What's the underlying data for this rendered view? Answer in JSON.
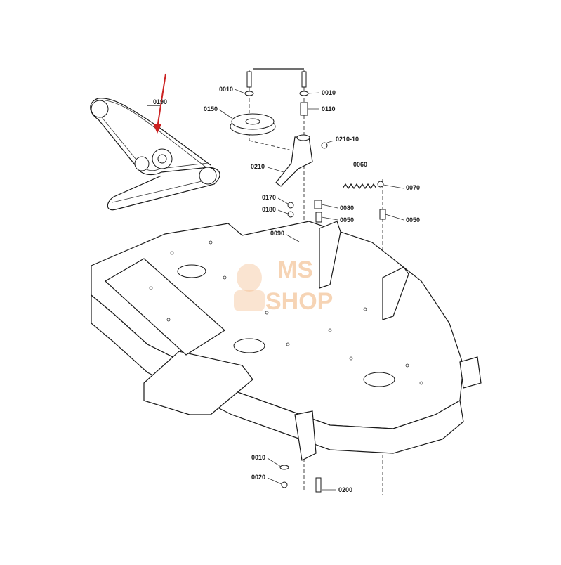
{
  "watermark": {
    "line1": "MS",
    "line2": "SHOP",
    "color": "#f0b27a"
  },
  "arrow_color": "#cc2222",
  "callouts": [
    {
      "id": "0190",
      "label": "0190"
    },
    {
      "id": "0010a",
      "label": "0010"
    },
    {
      "id": "0010b",
      "label": "0010"
    },
    {
      "id": "0150",
      "label": "0150"
    },
    {
      "id": "0110",
      "label": "0110"
    },
    {
      "id": "0210-10",
      "label": "0210-10"
    },
    {
      "id": "0210",
      "label": "0210"
    },
    {
      "id": "0060",
      "label": "0060"
    },
    {
      "id": "0070",
      "label": "0070"
    },
    {
      "id": "0170",
      "label": "0170"
    },
    {
      "id": "0080",
      "label": "0080"
    },
    {
      "id": "0180",
      "label": "0180"
    },
    {
      "id": "0050a",
      "label": "0050"
    },
    {
      "id": "0050b",
      "label": "0050"
    },
    {
      "id": "0090",
      "label": "0090"
    },
    {
      "id": "0010c",
      "label": "0010"
    },
    {
      "id": "0020",
      "label": "0020"
    },
    {
      "id": "0200",
      "label": "0200"
    }
  ]
}
